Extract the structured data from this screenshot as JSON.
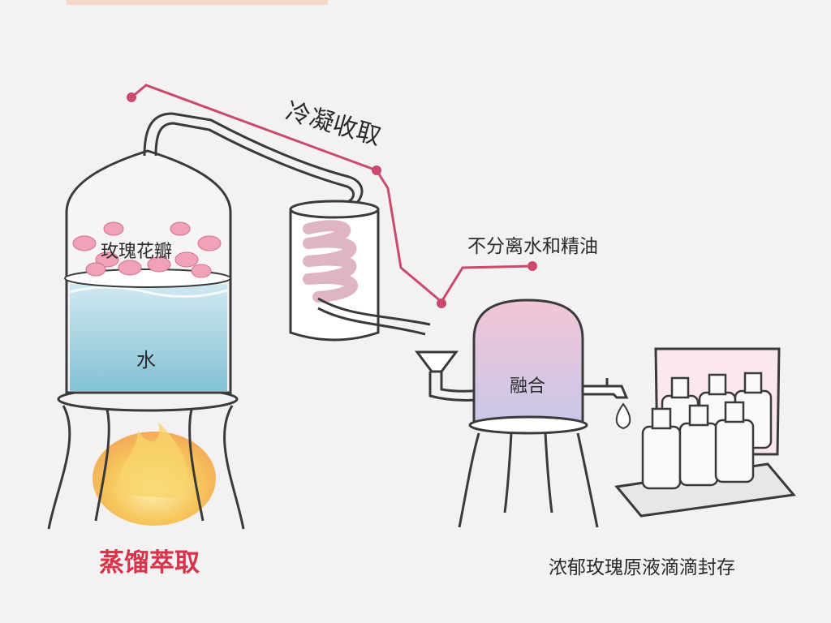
{
  "diagram": {
    "labels": {
      "condense": "冷凝收取",
      "separate": "不分离水和精油",
      "petals": "玫瑰花瓣",
      "water": "水",
      "mix": "融合",
      "distill": "蒸馏萃取",
      "seal": "浓郁玫瑰原液滴滴封存"
    },
    "colors": {
      "background": "#f4f1f2",
      "accent_line": "#c94a6c",
      "distill_label": "#d8334a",
      "water": "#7ec4d8",
      "petals": "#f0a2b6",
      "flame": "#f6c24a",
      "outline": "#3a3a3a"
    },
    "icons": [
      "boiler-vessel",
      "condenser-coil",
      "funnel",
      "mixing-tank",
      "tap",
      "droplet",
      "bottle-rack",
      "flame"
    ]
  }
}
